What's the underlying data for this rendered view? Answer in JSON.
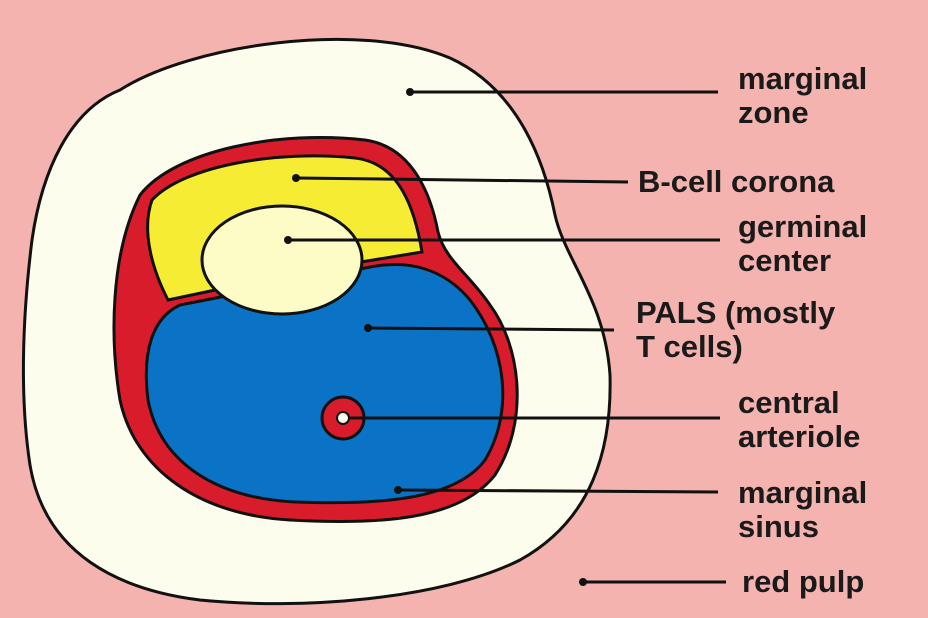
{
  "colors": {
    "background": "#f4b3ae",
    "marginal_zone": "#fdfdee",
    "marginal_sinus": "#d81c2b",
    "b_cell_corona": "#f6ec34",
    "germinal_center": "#fdfbc6",
    "pals": "#0a73c6",
    "outline": "#111111"
  },
  "labels": {
    "marginal_zone": "marginal\nzone",
    "b_cell_corona": "B-cell corona",
    "germinal_center": "germinal\ncenter",
    "pals": "PALS (mostly\nT cells)",
    "central_arteriole": "central\narteriole",
    "marginal_sinus": "marginal\nsinus",
    "red_pulp": "red pulp"
  }
}
